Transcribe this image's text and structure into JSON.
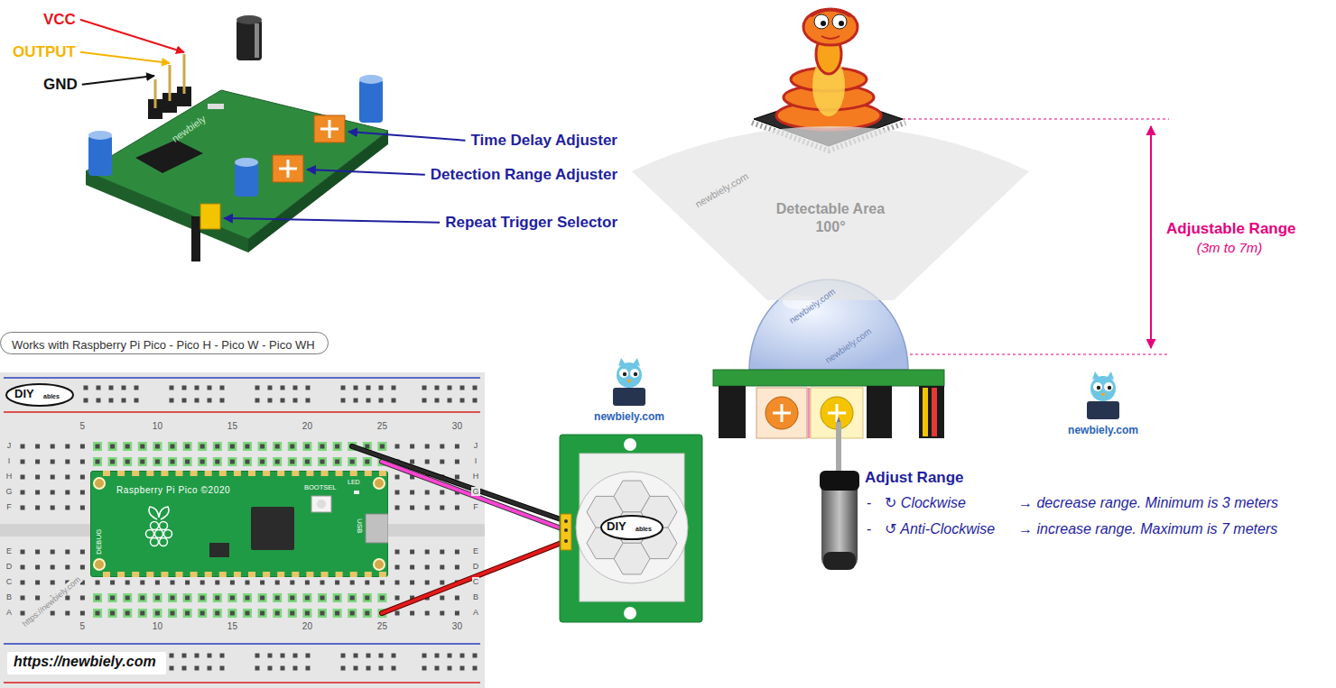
{
  "diagram": {
    "nodes": [
      {
        "text": [
          "Detectable Area",
          "100°"
        ]
      },
      {
        "text": [
          "Works with Raspberry Pi Pico - Pico H - Pico W - Pico WH"
        ]
      },
      {
        "text": [
          "Raspberry Pi Pico ©2020",
          "BOOTSEL",
          "DEBUG",
          "LED",
          "USB"
        ]
      },
      {
        "text": [
          "https://newbiely.com"
        ]
      }
    ],
    "labels": [
      "VCC",
      "OUTPUT",
      "GND",
      "Time Delay Adjuster",
      "Detection Range Adjuster",
      "Repeat Trigger Selector",
      "newbiely",
      "newbiely.com",
      "Adjustable Range",
      "(3m to 7m)",
      "newbiely.com",
      "newbiely.com",
      "newbiely.com",
      "newbiely.com",
      "DIY",
      "ables",
      "DIY",
      "ables",
      "Adjust Range",
      "-",
      "↻ Clockwise",
      "→ decrease range. Minimum is 3 meters",
      "-",
      "↺ Anti-Clockwise",
      "→ increase range. Maximum is 7 meters",
      "https://newbiely.com",
      "5",
      "10",
      "15",
      "20",
      "25",
      "30",
      "5",
      "10",
      "15",
      "20",
      "25",
      "30",
      "J",
      "I",
      "H",
      "G",
      "F",
      "E",
      "D",
      "C",
      "B",
      "A",
      "J",
      "I",
      "H",
      "G",
      "F",
      "E",
      "D",
      "C",
      "B",
      "A"
    ]
  }
}
